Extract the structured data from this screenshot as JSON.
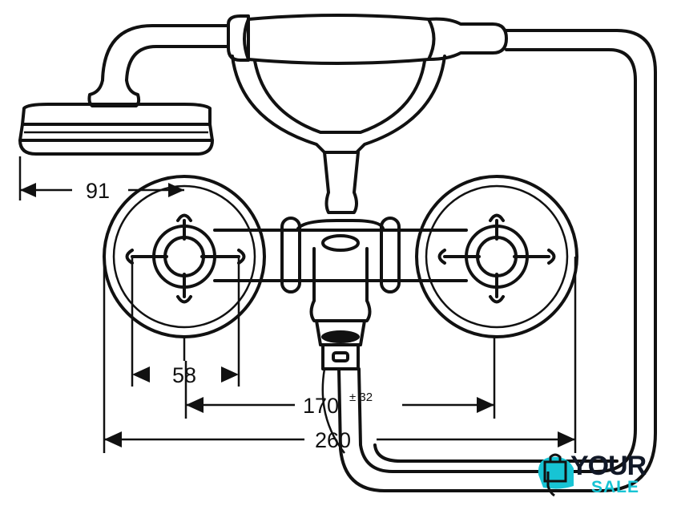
{
  "dimensions": {
    "showerhead_offset": "91",
    "handle_width": "58",
    "center_distance": "170",
    "center_tolerance": "± 32",
    "overall_width": "260"
  },
  "logo": {
    "word1": "YOUR",
    "word2": "SALE",
    "accent": "#17c4d4",
    "dark": "#111827"
  }
}
